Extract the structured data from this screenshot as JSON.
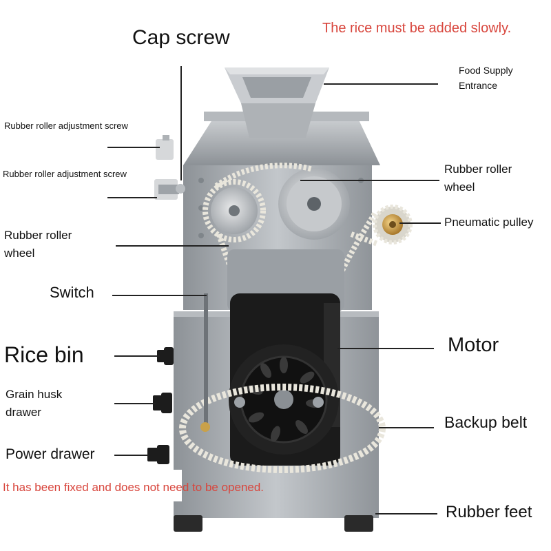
{
  "labels": {
    "cap_screw": "Cap screw",
    "food_supply_line1": "Food Supply",
    "food_supply_line2": "Entrance",
    "adjust_screw_1": "Rubber roller adjustment screw",
    "adjust_screw_2": "Rubber roller adjustment screw",
    "roller_wheel_right_line1": "Rubber roller",
    "roller_wheel_right_line2": "wheel",
    "pneumatic_pulley": "Pneumatic pulley",
    "roller_wheel_left_line1": "Rubber roller",
    "roller_wheel_left_line2": "wheel",
    "switch": "Switch",
    "rice_bin": "Rice bin",
    "motor": "Motor",
    "husk_drawer_line1": "Grain husk",
    "husk_drawer_line2": "drawer",
    "backup_belt": "Backup belt",
    "power_drawer": "Power drawer",
    "rubber_feet": "Rubber feet"
  },
  "notes": {
    "top": "The rice must be added slowly.",
    "bottom": "It has been fixed and does not need to be opened."
  },
  "colors": {
    "note": "#d8453c",
    "body": "#9ea3a8",
    "motor": "#1b1b1b",
    "belt": "#e9e6dc"
  }
}
